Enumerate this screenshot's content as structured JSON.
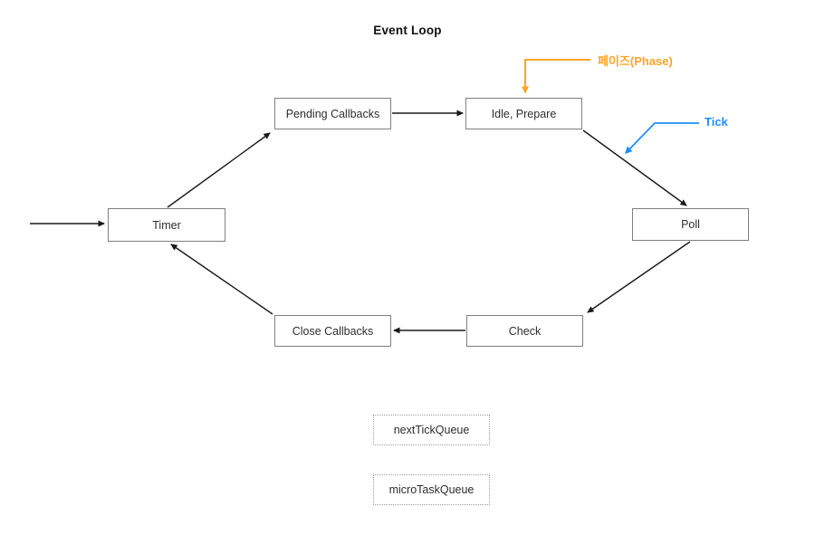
{
  "title": "Event Loop",
  "nodes": {
    "timer": {
      "label": "Timer"
    },
    "pending_callbacks": {
      "label": "Pending Callbacks"
    },
    "idle_prepare": {
      "label": "Idle, Prepare"
    },
    "poll": {
      "label": "Poll"
    },
    "check": {
      "label": "Check"
    },
    "close_callbacks": {
      "label": "Close Callbacks"
    }
  },
  "queues": {
    "next_tick": {
      "label": "nextTickQueue"
    },
    "micro_task": {
      "label": "microTaskQueue"
    }
  },
  "annotations": {
    "phase": {
      "label": "페이즈(Phase)"
    },
    "tick": {
      "label": "Tick"
    }
  },
  "flow": [
    "entry → Timer",
    "Timer → Pending Callbacks",
    "Pending Callbacks → Idle, Prepare",
    "Idle, Prepare → Poll",
    "Poll → Check",
    "Check → Close Callbacks",
    "Close Callbacks → Timer"
  ],
  "colors": {
    "arrow": "#1a1a1a",
    "box_border": "#7f7f7f",
    "box_text": "#2e2e2e",
    "phase": "#FFA424",
    "tick": "#1E90FF",
    "queue_border": "#9e9e9e",
    "background": "#ffffff"
  }
}
